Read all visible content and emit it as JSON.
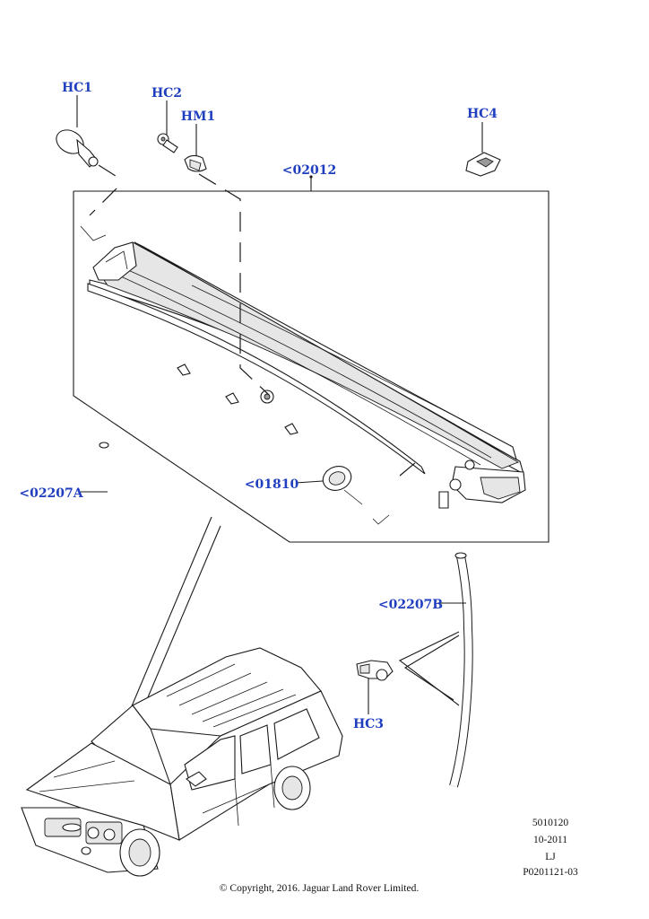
{
  "colors": {
    "callout_text": "#1f3fbf",
    "line": "#1a1a1a",
    "background": "#ffffff"
  },
  "callouts": {
    "hc1": "HC1",
    "hc2": "HC2",
    "hm1": "HM1",
    "hc4": "HC4",
    "assembly": "<02012",
    "hose_a": "<02207A",
    "grommet": "<01810",
    "hose_b": "<02207B",
    "hc3": "HC3"
  },
  "reference": {
    "number": "5010120",
    "date": "10-2011",
    "initials": "LJ",
    "illustration_id": "P0201121-03"
  },
  "copyright": "© Copyright, 2016. Jaguar Land Rover Limited."
}
